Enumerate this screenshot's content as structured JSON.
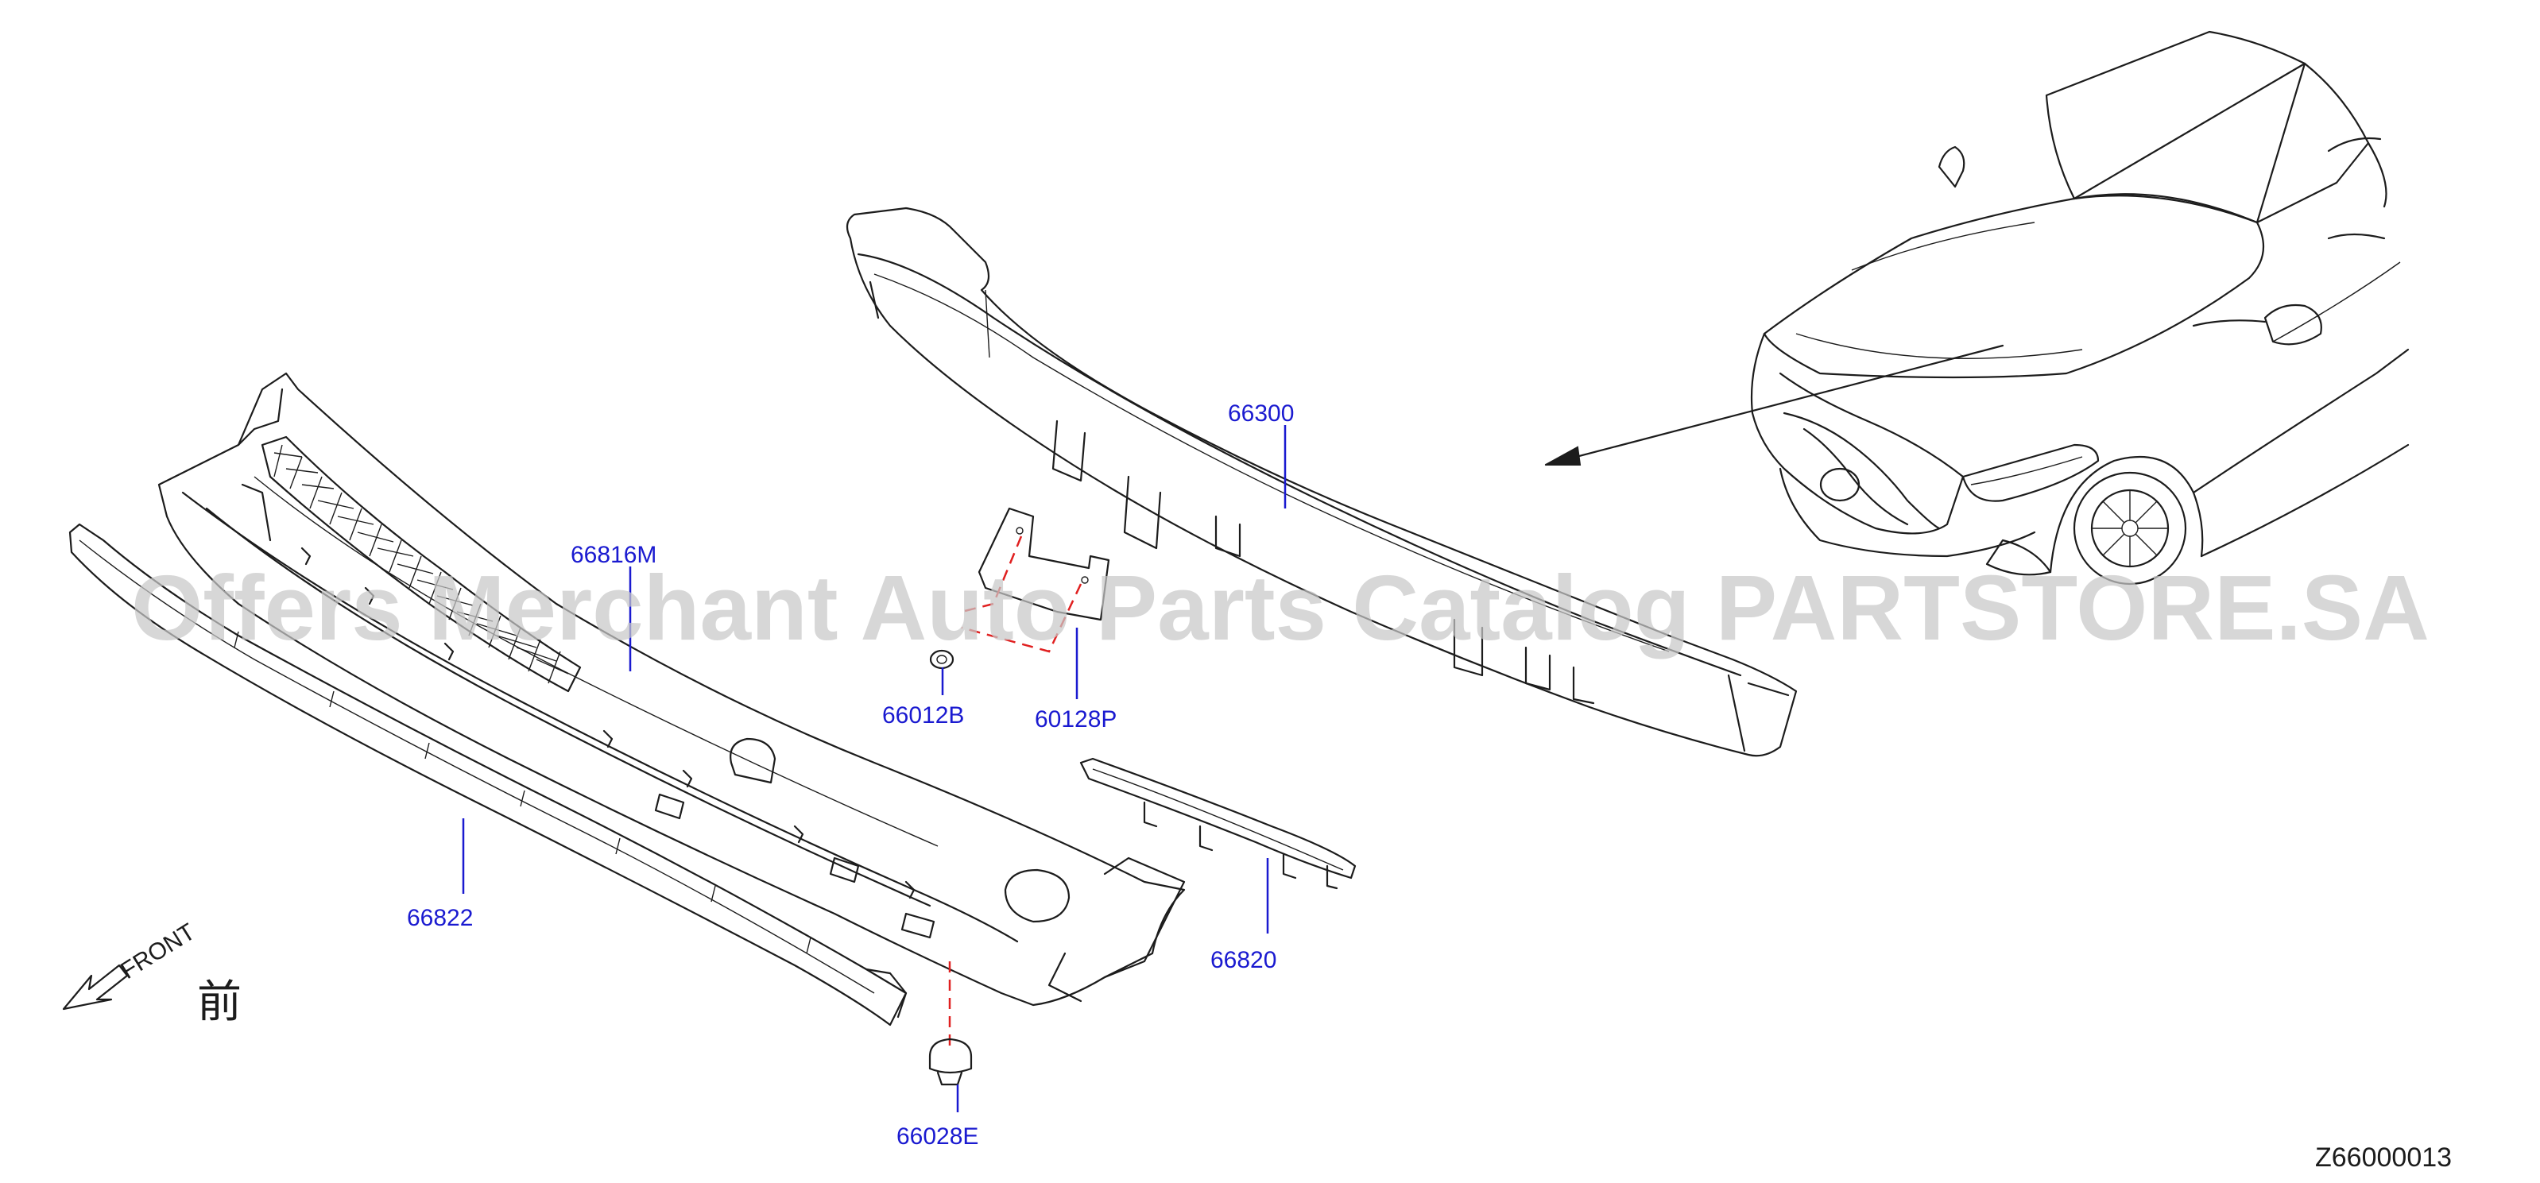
{
  "parts": [
    {
      "id": "part-66300",
      "number": "66300"
    },
    {
      "id": "part-66816M",
      "number": "66816M"
    },
    {
      "id": "part-66012B",
      "number": "66012B"
    },
    {
      "id": "part-60128P",
      "number": "60128P"
    },
    {
      "id": "part-66822",
      "number": "66822"
    },
    {
      "id": "part-66820",
      "number": "66820"
    },
    {
      "id": "part-66028E",
      "number": "66028E"
    }
  ],
  "front_indicator": {
    "text": "FRONT",
    "kanji": "前"
  },
  "watermark": "Offers Merchant Auto Parts Catalog PARTSTORE.SA",
  "diagram_id": "Z66000013",
  "colors": {
    "label": "#1a1ad0",
    "line_art": "#1c1c1c",
    "dashed_guide": "#e02020",
    "watermark": "#c8c8c8"
  }
}
